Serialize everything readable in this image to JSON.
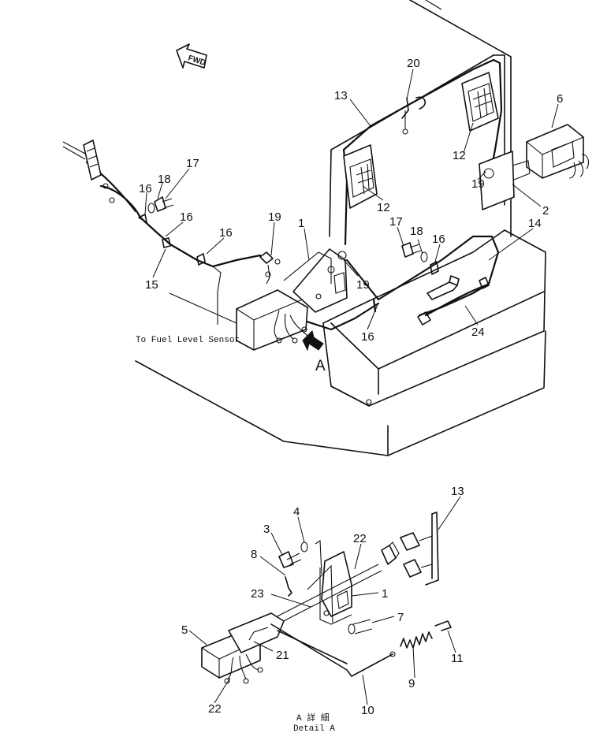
{
  "fwd_label": "FWD",
  "fuel_sensor_note": "To Fuel Level Sensor",
  "view_letter": "A",
  "detail_caption_jp": "A 詳 細",
  "detail_caption_en": "Detail A",
  "callouts_top": [
    "20",
    "13",
    "6",
    "12",
    "12",
    "2",
    "17",
    "18",
    "16",
    "16",
    "16",
    "19",
    "1",
    "17",
    "18",
    "16",
    "14",
    "15",
    "19",
    "16",
    "24",
    "19"
  ],
  "callouts_bottom": [
    "13",
    "4",
    "3",
    "22",
    "8",
    "1",
    "23",
    "7",
    "5",
    "21",
    "11",
    "9",
    "22",
    "10"
  ]
}
